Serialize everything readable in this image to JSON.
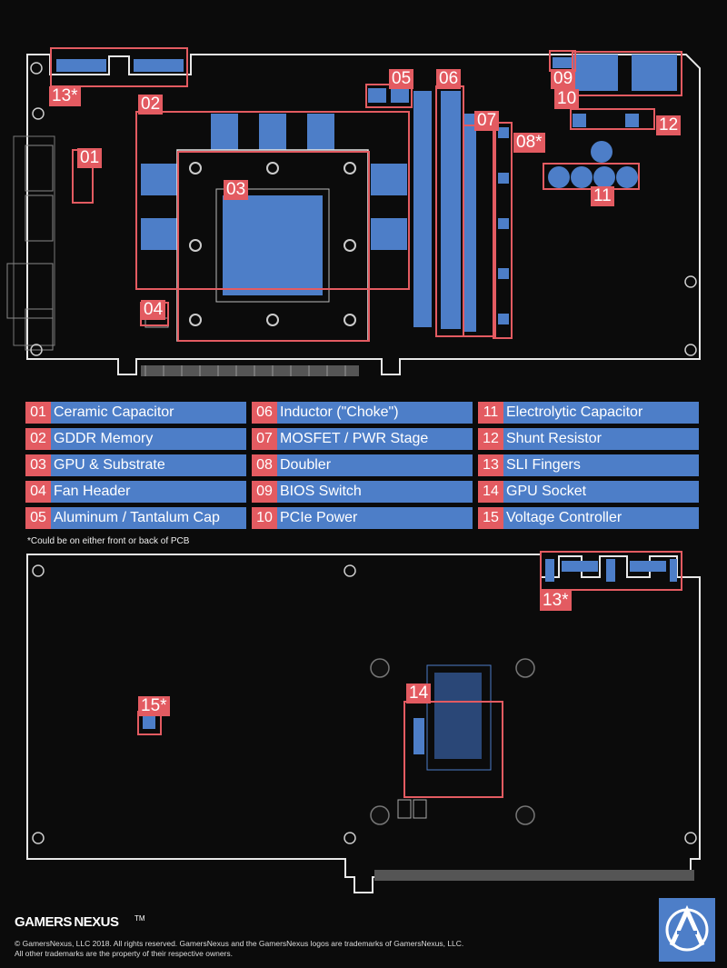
{
  "tags_front": {
    "t01": "01",
    "t02": "02",
    "t03": "03",
    "t04": "04",
    "t05": "05",
    "t06": "06",
    "t07": "07",
    "t08": "08*",
    "t09": "09",
    "t10": "10",
    "t11": "11",
    "t12": "12",
    "t13": "13*"
  },
  "tags_back": {
    "t13": "13*",
    "t14": "14",
    "t15": "15*"
  },
  "legend": [
    {
      "num": "01",
      "label": "Ceramic Capacitor"
    },
    {
      "num": "02",
      "label": "GDDR Memory"
    },
    {
      "num": "03",
      "label": "GPU & Substrate"
    },
    {
      "num": "04",
      "label": "Fan Header"
    },
    {
      "num": "05",
      "label": "Aluminum / Tantalum Cap"
    },
    {
      "num": "06",
      "label": "Inductor (\"Choke\")"
    },
    {
      "num": "07",
      "label": "MOSFET / PWR Stage"
    },
    {
      "num": "08",
      "label": "Doubler"
    },
    {
      "num": "09",
      "label": "BIOS Switch"
    },
    {
      "num": "10",
      "label": "PCIe Power"
    },
    {
      "num": "11",
      "label": "Electrolytic Capacitor"
    },
    {
      "num": "12",
      "label": "Shunt Resistor"
    },
    {
      "num": "13",
      "label": "SLI Fingers"
    },
    {
      "num": "14",
      "label": "GPU Socket"
    },
    {
      "num": "15",
      "label": "Voltage Controller"
    }
  ],
  "note": "*Could be on either front or back of PCB",
  "brand": "GAMERS NEXUS",
  "trademark": "TM",
  "copyright_line1": "© GamersNexus, LLC 2018. All rights reserved. GamersNexus and the GamersNexus logos are trademarks of GamersNexus, LLC.",
  "copyright_line2": "All other trademarks are the property of their respective owners.",
  "colors": {
    "accent_red": "#e35b61",
    "accent_blue": "#4d7ec8",
    "board_outline": "#e8e8e8",
    "background": "#0b0b0b"
  }
}
